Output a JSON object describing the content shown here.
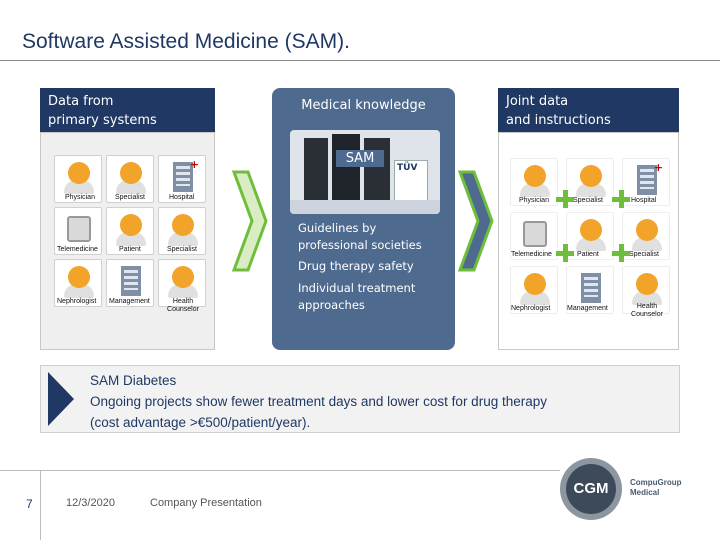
{
  "title": "Software Assisted Medicine (SAM).",
  "left_panel": {
    "header_line1": "Data from",
    "header_line2": "primary systems",
    "tiles": [
      "Physician",
      "Specialist",
      "Hospital",
      "Telemedicine",
      "Patient",
      "Specialist",
      "Nephrologist",
      "Management",
      "Health Counselor"
    ]
  },
  "center_panel": {
    "header": "Medical knowledge",
    "sam_label": "SAM",
    "items": [
      "Guidelines by professional societies",
      "Drug therapy safety",
      "Individual treatment approaches"
    ]
  },
  "right_panel": {
    "header_line1": "Joint data",
    "header_line2": "and instructions",
    "tiles": [
      "Physician",
      "Specialist",
      "Hospital",
      "Telemedicine",
      "Patient",
      "Specialist",
      "Nephrologist",
      "Management",
      "Health Counselor"
    ]
  },
  "bottom": {
    "line1": "SAM Diabetes",
    "line2": "Ongoing projects show fewer treatment days and lower cost for drug therapy",
    "line3": "(cost advantage >€500/patient/year)."
  },
  "footer": {
    "page_number": "7",
    "date": "12/3/2020",
    "label": "Company Presentation",
    "logo_text": "CGM",
    "logo_brand1": "CompuGroup",
    "logo_brand2": "Medical"
  },
  "colors": {
    "navy": "#1f3864",
    "slate_blue": "#4e6b8f",
    "green": "#6fbe3a",
    "orange": "#f2a32a"
  }
}
